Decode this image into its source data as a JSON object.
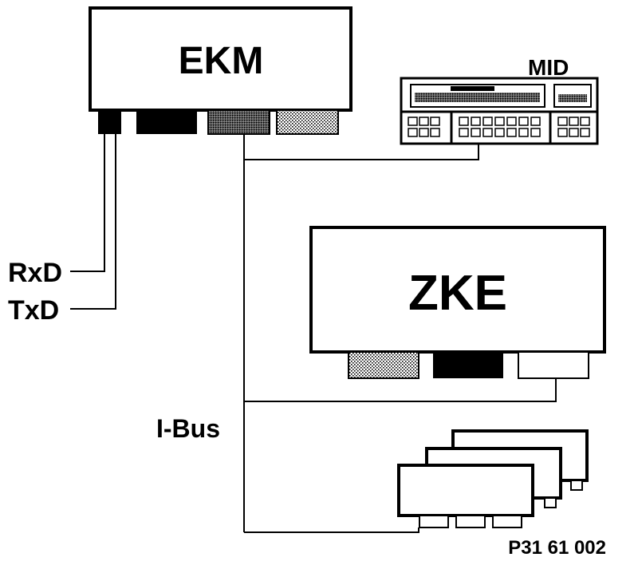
{
  "modules": {
    "ekm": "EKM",
    "mid": "MID",
    "zke": "ZKE"
  },
  "signals": {
    "rxd": "RxD",
    "txd": "TxD"
  },
  "bus": {
    "name": "I-Bus"
  },
  "figure": {
    "ref": "P31 61 002"
  }
}
